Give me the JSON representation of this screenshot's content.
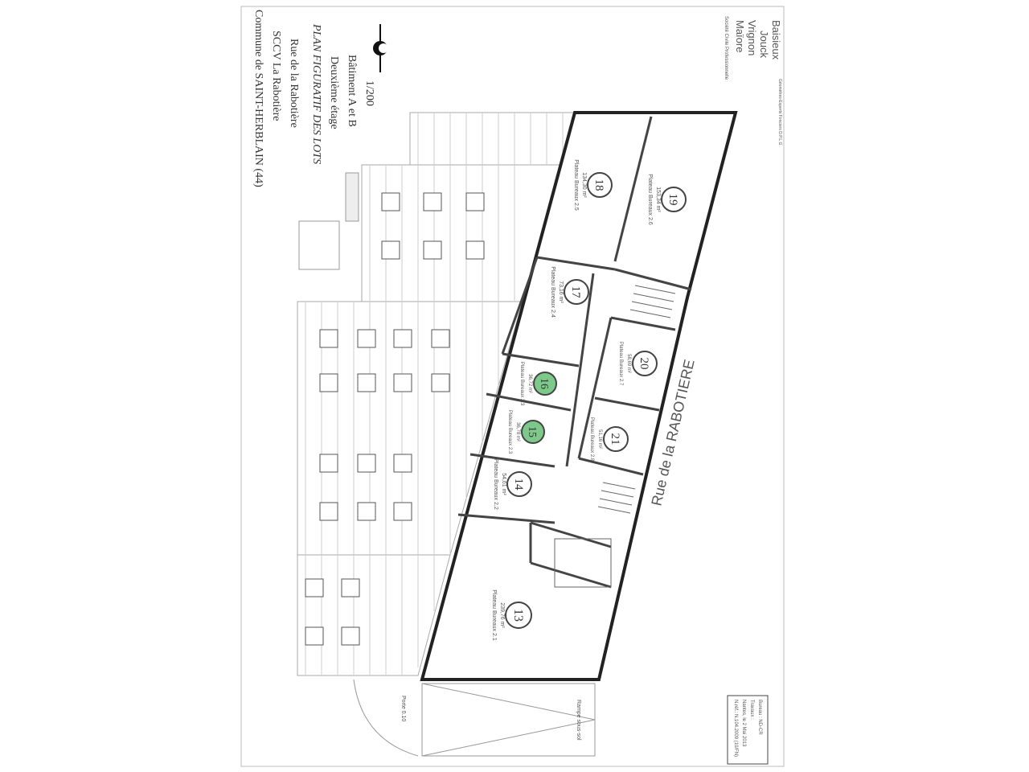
{
  "title_block": {
    "commune": "Commune de SAINT-HERBLAIN (44)",
    "client": "SCCV La Rabotière",
    "address": "Rue de la Rabotière",
    "plan_title": "PLAN FIGURATIF DES LOTS",
    "floor": "Deuxième étage",
    "building": "Bâtiment A et B",
    "scale": "1/200"
  },
  "firm": {
    "line1": "Société Civile Professionnelle",
    "names": [
      "Maïore",
      "Vrignon",
      "Jouck",
      "Baisieux"
    ],
    "line2": "Géomètres-Experts Fonciers D.P.L.G."
  },
  "street_label": "Rue de la RABOTIERE",
  "ramp_label": "Rampe sous-sol",
  "door_label": "Porte 0.10",
  "reference": {
    "ref": "N.réf.: N.104.2009 (10/FN)",
    "date": "Nantes, le 2 Mai 2013",
    "lines": [
      "Travaux :",
      "Bureau : ND-CR"
    ]
  },
  "highlight_color": "#7dc98a",
  "lots": [
    {
      "number": "13",
      "name": "Plateau Bureaux 2.1",
      "area": "239,76 m²",
      "highlighted": false
    },
    {
      "number": "14",
      "name": "Plateau Bureaux 2.2",
      "area": "54,61 m²",
      "highlighted": false
    },
    {
      "number": "15",
      "name": "Plateau Bureaux 2.3",
      "area": "36,78 m²",
      "highlighted": true
    },
    {
      "number": "16",
      "name": "Plateau Bureaux 2.3",
      "area": "36,72 m²",
      "highlighted": true
    },
    {
      "number": "17",
      "name": "Plateau Bureaux 2.4",
      "area": "73,16 m²",
      "highlighted": false
    },
    {
      "number": "18",
      "name": "Plateau Bureaux 2.5",
      "area": "134,30 m²",
      "highlighted": false
    },
    {
      "number": "19",
      "name": "Plateau Bureaux 2.6",
      "area": "153,34 m²",
      "highlighted": false
    },
    {
      "number": "20",
      "name": "Plateau Bureaux 2.7",
      "area": "58,69 m²",
      "highlighted": false
    },
    {
      "number": "21",
      "name": "Plateau Bureaux 2.8",
      "area": "51,16 m²",
      "highlighted": false
    }
  ]
}
